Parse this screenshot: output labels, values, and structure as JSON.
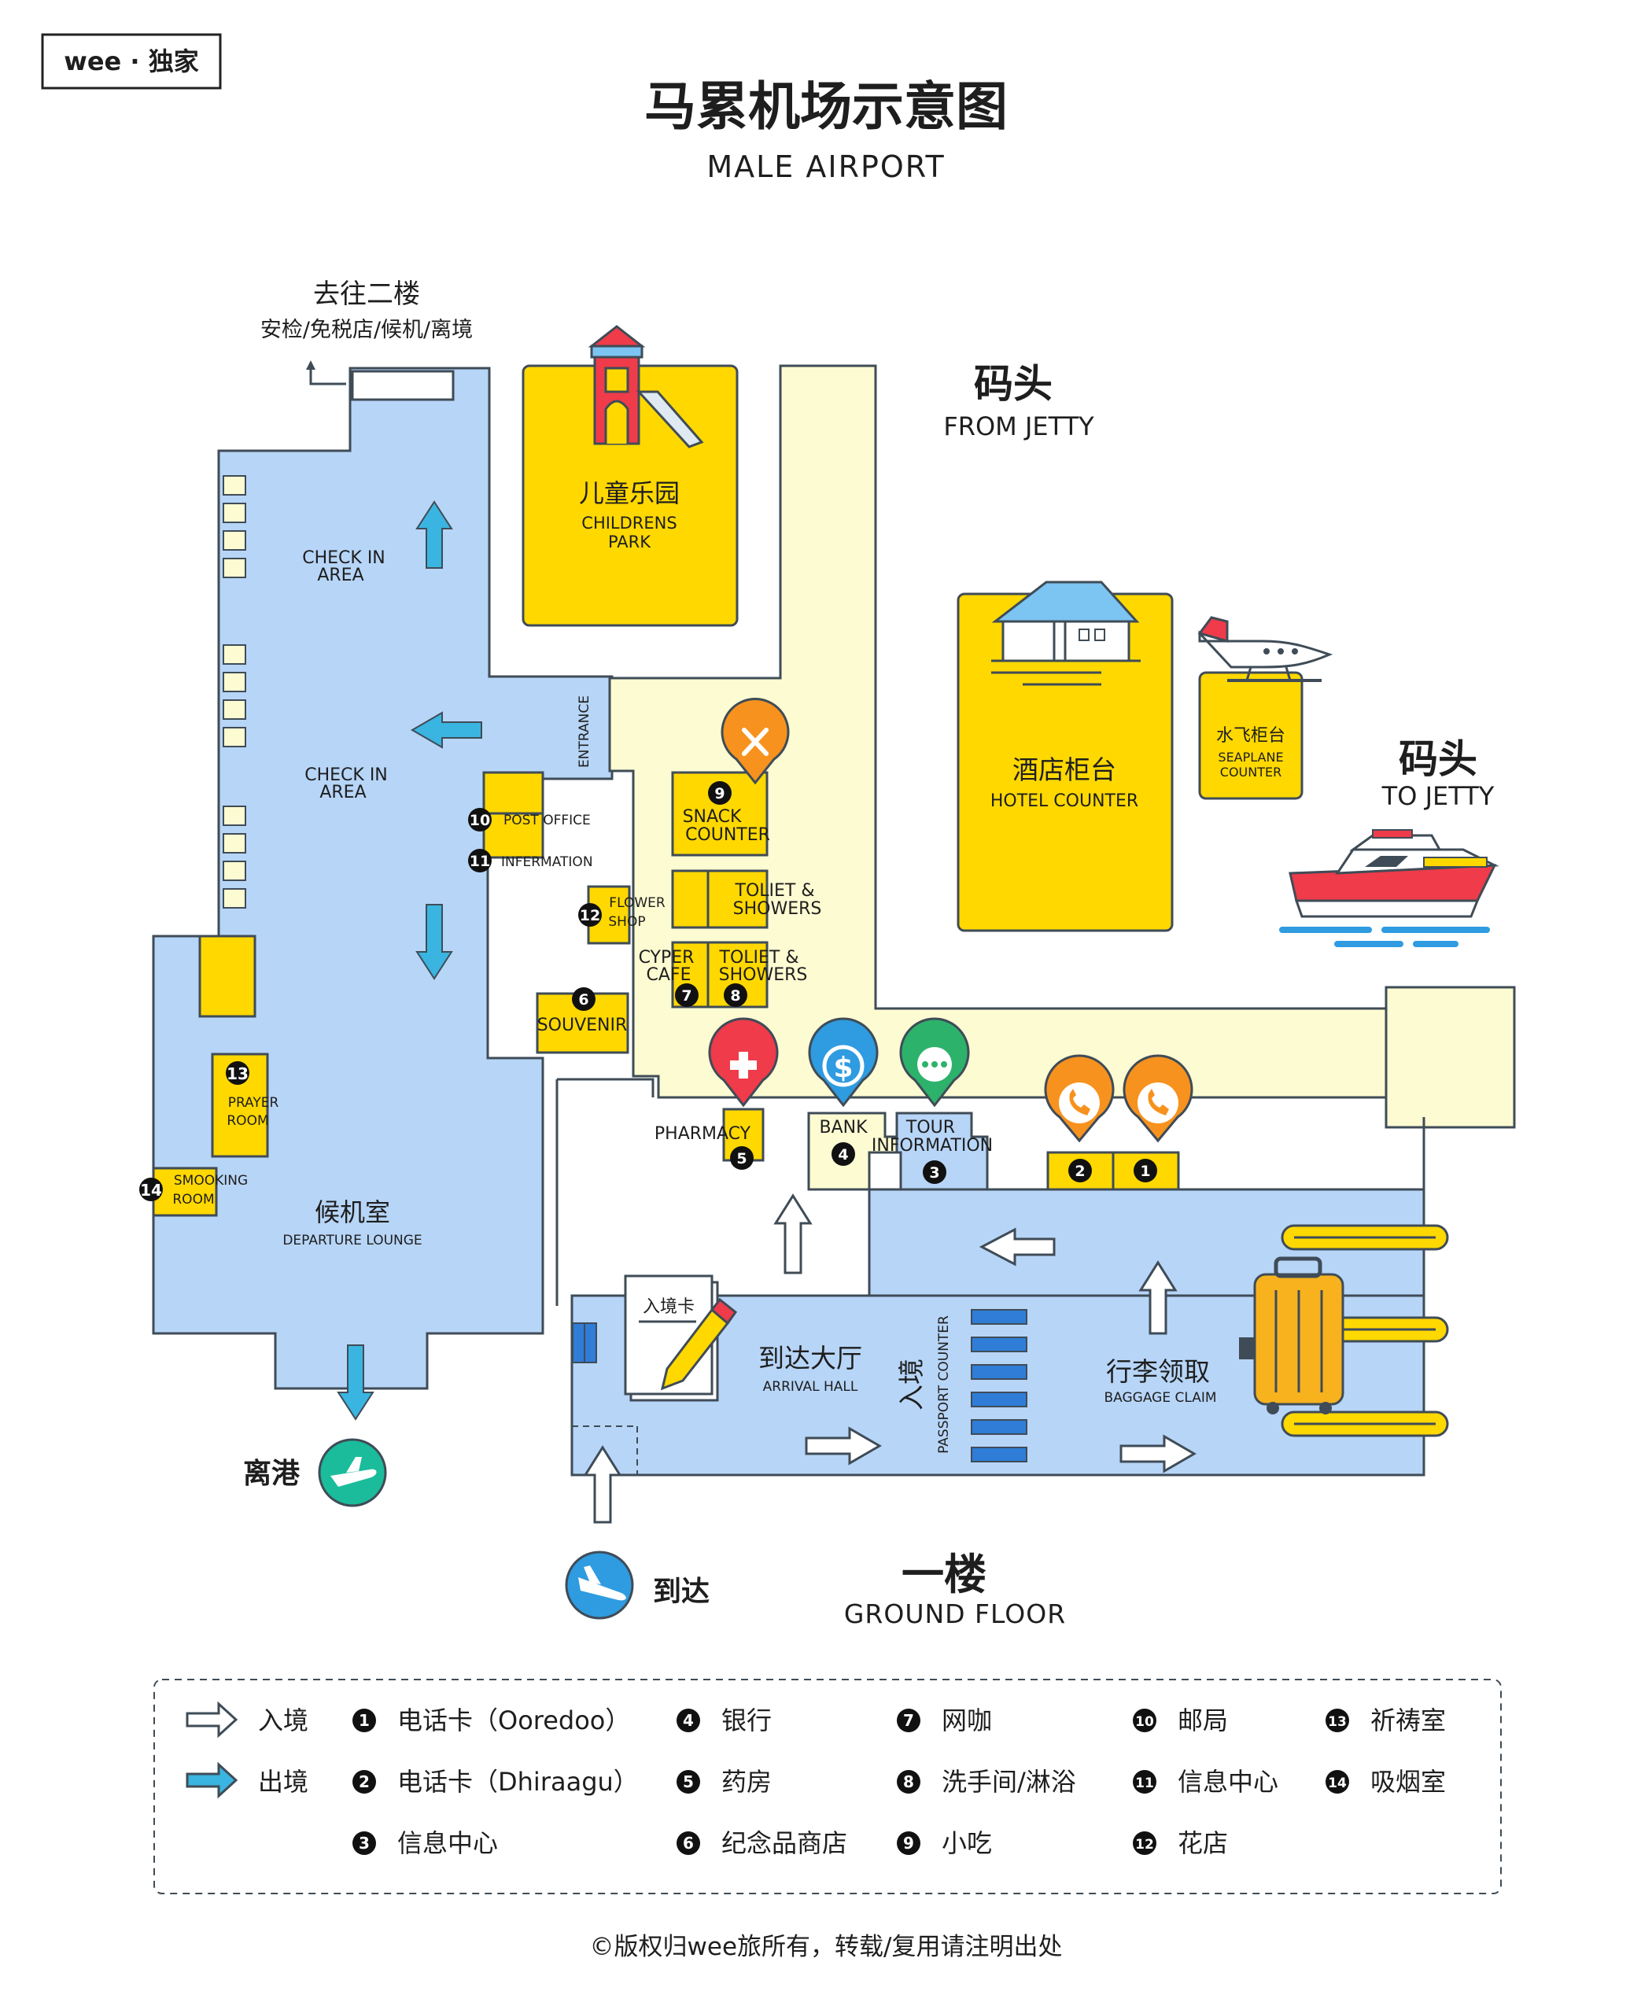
{
  "logo": {
    "text": "wee · 独家"
  },
  "header": {
    "title": "马累机场示意图",
    "subtitle": "MALE AIRPORT"
  },
  "upstairs": {
    "title": "去往二楼",
    "details": "安检/免税店/候机/离境"
  },
  "zones": {
    "check_in_1": [
      "CHECK IN",
      "AREA"
    ],
    "check_in_2": [
      "CHECK IN",
      "AREA"
    ],
    "entrance": "ENTRANCE",
    "departure_lounge": {
      "cn": "候机室",
      "en": "DEPARTURE LOUNGE"
    },
    "childrens_park": {
      "cn": "儿童乐园",
      "en": [
        "CHILDRENS",
        "PARK"
      ]
    },
    "from_jetty": {
      "cn": "码头",
      "en": "FROM JETTY"
    },
    "to_jetty": {
      "cn": "码头",
      "en": "TO JETTY"
    },
    "hotel_counter": {
      "cn": "酒店柜台",
      "en": "HOTEL COUNTER"
    },
    "seaplane_counter": {
      "cn": "水飞柜台",
      "en": [
        "SEAPLANE",
        "COUNTER"
      ]
    },
    "arrival_hall": {
      "cn": "到达大厅",
      "en": "ARRIVAL HALL"
    },
    "baggage_claim": {
      "cn": "行李领取",
      "en": "BAGGAGE CLAIM"
    },
    "passport": {
      "cn": "入境",
      "en": "PASSPORT COUNTER"
    },
    "arrival_card": "入境卡",
    "departure": "离港",
    "arrival": "到达",
    "floor": {
      "cn": "一楼",
      "en": "GROUND FLOOR"
    }
  },
  "facilities": {
    "post_office": {
      "num": "10",
      "label": "POST OFFICE"
    },
    "infermation": {
      "num": "11",
      "label": "INFERMATION"
    },
    "flower_shop": {
      "num": "12",
      "label": [
        "FLOWER",
        "SHOP"
      ]
    },
    "prayer_room": {
      "num": "13",
      "label": [
        "PRAYER",
        "ROOM"
      ]
    },
    "smooking_room": {
      "num": "14",
      "label": [
        "SMOOKING",
        "ROOM"
      ]
    },
    "snack_counter": {
      "num": "9",
      "label": [
        "SNACK",
        "COUNTER"
      ]
    },
    "toilet_1": {
      "label": [
        "TOLIET &",
        "SHOWERS"
      ]
    },
    "cyper_cafe": {
      "num": "7",
      "label": [
        "CYPER",
        "CAFE"
      ]
    },
    "toilet_2": {
      "num": "8",
      "label": [
        "TOLIET &",
        "SHOWERS"
      ]
    },
    "souvenir": {
      "num": "6",
      "label": "SOUVENIR"
    },
    "pharmacy": {
      "num": "5",
      "label": "PHARMACY"
    },
    "bank": {
      "num": "4",
      "label": "BANK"
    },
    "tour_information": {
      "num": "3",
      "label": [
        "TOUR",
        "INFORMATION"
      ]
    },
    "phone_dhiraagu": {
      "num": "2"
    },
    "phone_ooredoo": {
      "num": "1"
    }
  },
  "legend": {
    "arrows": [
      {
        "label": "入境",
        "color": "#ffffff"
      },
      {
        "label": "出境",
        "color": "#3ab4e0"
      }
    ],
    "items": [
      {
        "num": "1",
        "label": "电话卡（Ooredoo）"
      },
      {
        "num": "2",
        "label": "电话卡（Dhiraagu）"
      },
      {
        "num": "3",
        "label": "信息中心"
      },
      {
        "num": "4",
        "label": "银行"
      },
      {
        "num": "5",
        "label": "药房"
      },
      {
        "num": "6",
        "label": "纪念品商店"
      },
      {
        "num": "7",
        "label": "网咖"
      },
      {
        "num": "8",
        "label": "洗手间/淋浴"
      },
      {
        "num": "9",
        "label": "小吃"
      },
      {
        "num": "10",
        "label": "邮局"
      },
      {
        "num": "11",
        "label": "信息中心"
      },
      {
        "num": "12",
        "label": "花店"
      },
      {
        "num": "13",
        "label": "祈祷室"
      },
      {
        "num": "14",
        "label": "吸烟室"
      }
    ]
  },
  "footer": {
    "copyright": "©版权归wee旅所有，转载/复用请注明出处"
  },
  "colors": {
    "floor_blue": "#b7d5f7",
    "counter_yellow": "#ffd800",
    "corridor_cream": "#fdfbd2",
    "exit_arrow": "#3ab4e0",
    "pharmacy_pin": "#ef3b4a",
    "bank_pin": "#2f9be0",
    "tour_pin": "#2db26b",
    "phone_pin": "#f7921e",
    "departure_icon": "#1bbc9b",
    "arrival_icon": "#2f9be0"
  }
}
